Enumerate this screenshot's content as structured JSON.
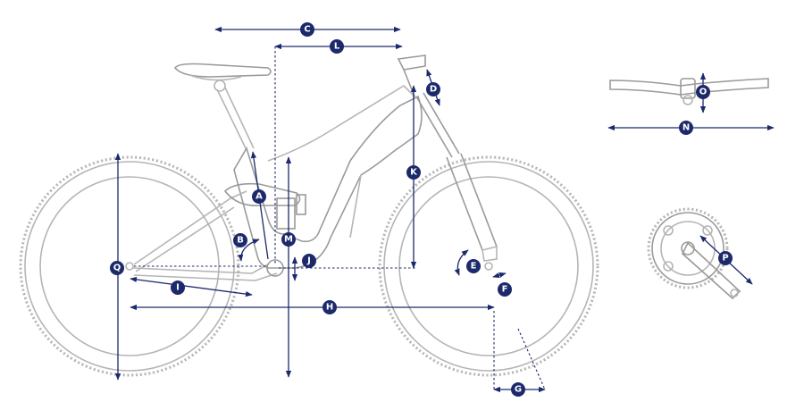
{
  "colors": {
    "accent": "#1c2a6b",
    "outline": "#b5b5b5"
  },
  "labels": {
    "A": "A",
    "B": "B",
    "C": "C",
    "D": "D",
    "E": "E",
    "F": "F",
    "G": "G",
    "H": "H",
    "I": "I",
    "J": "J",
    "K": "K",
    "L": "L",
    "M": "M",
    "N": "N",
    "O": "O",
    "P": "P",
    "Q": "Q"
  }
}
